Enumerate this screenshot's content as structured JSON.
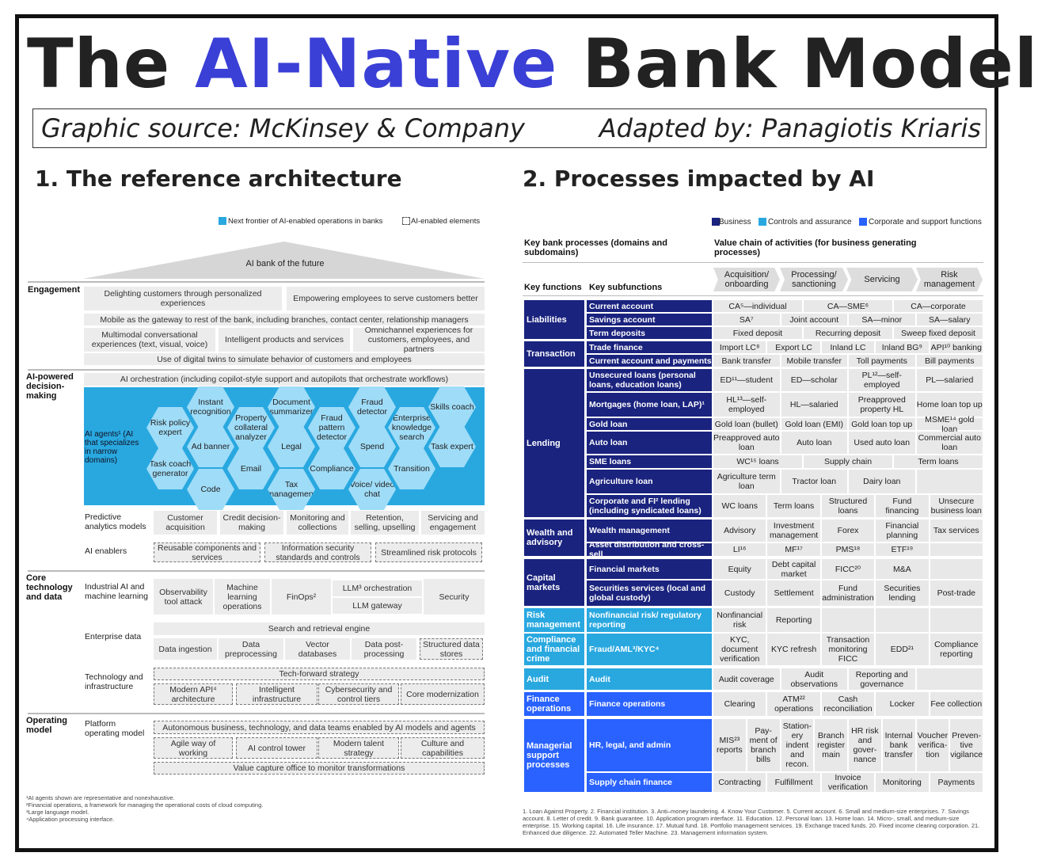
{
  "title": {
    "p1": "The ",
    "p2": "AI-Native",
    "p3": " Bank Model"
  },
  "source": {
    "left": "Graphic source: McKinsey & Company",
    "right": "Adapted by: Panagiotis Kriaris"
  },
  "s1": {
    "heading": "1. The reference architecture",
    "legend": {
      "a": "Next frontier of AI-enabled operations in banks",
      "b": "AI-enabled elements"
    },
    "roof": "AI bank of the future",
    "engagement": {
      "label": "Engagement",
      "items": [
        "Delighting customers through personalized experiences",
        "Empowering employees to serve customers better",
        "Mobile as the gateway to rest of the bank, including branches, contact center, relationship managers",
        "Multimodal conversational experiences (text, visual, voice)",
        "Intelligent products and services",
        "Omnichannel experiences for customers, employees, and partners",
        "Use of digital twins to simulate behavior of customers and employees"
      ]
    },
    "decision": {
      "label": "AI-powered decision-making",
      "orch": "AI orchestration (including copilot-style support and autopilots that orchestrate workflows)",
      "agents": "AI agents¹ (AI that specializes in narrow domains)",
      "hexes": [
        "Instant recognition",
        "Document summarizer",
        "Fraud detector",
        "Skills coach",
        "Risk policy expert",
        "Property collateral analyzer",
        "Fraud pattern detector",
        "Enterprise knowledge search",
        "Ad banner",
        "Legal",
        "Spend",
        "Task expert",
        "Task coach generator",
        "Email",
        "Compliance",
        "Transition",
        "Code",
        "Tax management",
        "Voice/ video chat"
      ],
      "pred_label": "Predictive analytics models",
      "pred": [
        "Customer acquisition",
        "Credit decision-making",
        "Monitoring and collections",
        "Retention, selling, upselling",
        "Servicing and engagement"
      ],
      "en_label": "AI enablers",
      "en": [
        "Reusable components and services",
        "Information security standards and controls",
        "Streamlined risk protocols"
      ]
    },
    "core": {
      "label": "Core technology and data",
      "ind_label": "Industrial AI and machine learning",
      "ind": [
        "Observability tool attack",
        "Machine learning operations",
        "FinOps²",
        "LLM³ orchestration",
        "LLM gateway",
        "Security"
      ],
      "ent_label": "Enterprise data",
      "ent": [
        "Search and retrieval engine",
        "Data ingestion",
        "Data preprocessing",
        "Vector databases",
        "Data post-processing",
        "Structured data stores"
      ],
      "tech_label": "Technology and infrastructure",
      "tech": [
        "Tech-forward strategy",
        "Modern API⁴ architecture",
        "Intelligent infrastructure",
        "Cybersecurity and control tiers",
        "Core modernization"
      ]
    },
    "op": {
      "label": "Operating model",
      "plat_label": "Platform operating model",
      "items": [
        "Autonomous business, technology, and data teams enabled by AI models and agents",
        "Agile way of working",
        "AI control tower",
        "Modern talent strategy",
        "Culture and capabilities",
        "Value capture office to monitor transformations"
      ]
    },
    "foot": [
      "¹AI agents shown are representative and nonexhaustive.",
      "²Financial operations, a framework for managing the operational costs of cloud computing.",
      "³Large language model.",
      "⁴Application processing interface."
    ]
  },
  "s2": {
    "heading": "2. Processes impacted by AI",
    "legend": [
      "Business",
      "Controls and assurance",
      "Corporate and support functions"
    ],
    "colors": {
      "business": "#1a237e",
      "controls": "#29a8e0",
      "corporate": "#2962ff"
    },
    "h_left": "Key bank processes (domains and subdomains)",
    "h_right": "Value chain of activities (for business generating processes)",
    "kf": "Key functions",
    "ks": "Key subfunctions",
    "stages": [
      "Acquisition/ onboarding",
      "Processing/ sanctioning",
      "Servicing",
      "Risk management"
    ],
    "foot": "1. Loan Against Property. 2. Financial institution. 3. Anti–money laundering. 4. Know Your Customer. 5. Current account. 6. Small and medium-size enterprises. 7. Savings account. 8. Letter of credit. 9. Bank guarantee. 10. Application program interface. 11. Education. 12. Personal loan. 13. Home loan. 14. Micro-, small, and medium-size enterprise. 15. Working capital. 16. Life insurance. 17. Mutual fund. 18. Portfolio management services. 19. Exchange traced funds. 20. Fixed income clearing corporation. 21. Enhanced due diligence. 22. Automated Teller Machine. 23. Management information system.",
    "functions": [
      {
        "name": "Liabilities",
        "type": "business",
        "rows": [
          {
            "sub": "Current account",
            "cells": [
              "CA⁵—individual",
              "CA—SME⁶",
              "CA—corporate"
            ]
          },
          {
            "sub": "Savings account",
            "cells": [
              "SA⁷",
              "Joint account",
              "SA—minor",
              "SA—salary"
            ]
          },
          {
            "sub": "Term deposits",
            "cells": [
              "Fixed deposit",
              "Recurring deposit",
              "Sweep fixed deposit"
            ]
          }
        ]
      },
      {
        "name": "Transaction",
        "type": "business",
        "rows": [
          {
            "sub": "Trade finance",
            "cells": [
              "Import LC⁸",
              "Export LC",
              "Inland LC",
              "Inland BG⁹",
              "API¹⁰ banking"
            ]
          },
          {
            "sub": "Current account and payments",
            "cells": [
              "Bank transfer",
              "Mobile transfer",
              "Toll payments",
              "Bill payments"
            ]
          }
        ]
      },
      {
        "name": "Lending",
        "type": "business",
        "rows": [
          {
            "sub": "Unsecured loans (personal loans, education loans)",
            "cells": [
              "ED¹¹—student",
              "ED—scholar",
              "PL¹²—self-employed",
              "PL—salaried"
            ]
          },
          {
            "sub": "Mortgages (home loan, LAP)¹",
            "cells": [
              "HL¹³—self-employed",
              "HL—salaried",
              "Preapproved property HL",
              "Home loan top up"
            ]
          },
          {
            "sub": "Gold loan",
            "cells": [
              "Gold loan (bullet)",
              "Gold loan (EMI)",
              "Gold loan top up",
              "MSME¹⁴ gold loan"
            ]
          },
          {
            "sub": "Auto loan",
            "cells": [
              "Preapproved auto loan",
              "Auto loan",
              "Used auto loan",
              "Commercial auto loan"
            ]
          },
          {
            "sub": "SME loans",
            "cells": [
              "WC¹⁵ loans",
              "Supply chain",
              "Term loans"
            ]
          },
          {
            "sub": "Agriculture loan",
            "cells": [
              "Agriculture term loan",
              "Tractor loan",
              "Dairy loan",
              ""
            ]
          },
          {
            "sub": "Corporate and FI² lending (including syndicated loans)",
            "cells": [
              "WC loans",
              "Term loans",
              "Structured loans",
              "Fund financing",
              "Unsecure business loan"
            ]
          }
        ]
      },
      {
        "name": "Wealth and advisory",
        "type": "business",
        "rows": [
          {
            "sub": "Wealth management",
            "cells": [
              "Advisory",
              "Investment management",
              "Forex",
              "Financial planning",
              "Tax services"
            ]
          },
          {
            "sub": "Asset distribution and cross-sell",
            "cells": [
              "LI¹⁶",
              "MF¹⁷",
              "PMS¹⁸",
              "ETF¹⁹",
              ""
            ]
          }
        ]
      },
      {
        "name": "Capital markets",
        "type": "business",
        "rows": [
          {
            "sub": "Financial markets",
            "cells": [
              "Equity",
              "Debt capital market",
              "FICC²⁰",
              "M&A",
              ""
            ]
          },
          {
            "sub": "Securities services (local and global custody)",
            "cells": [
              "Custody",
              "Settlement",
              "Fund administration",
              "Securities lending",
              "Post-trade"
            ]
          }
        ]
      },
      {
        "name": "Risk management",
        "type": "controls",
        "rows": [
          {
            "sub": "Nonfinancial risk/ regulatory reporting",
            "cells": [
              "Nonfinancial risk",
              "Reporting",
              "",
              "",
              ""
            ]
          }
        ]
      },
      {
        "name": "Compliance and financial crime",
        "type": "controls",
        "rows": [
          {
            "sub": "Fraud/AML³/KYC⁴",
            "cells": [
              "KYC, document verification",
              "KYC refresh",
              "Transaction monitoring FICC",
              "EDD²¹",
              "Compliance reporting"
            ]
          }
        ]
      },
      {
        "name": "Audit",
        "type": "controls",
        "rows": [
          {
            "sub": "Audit",
            "cells": [
              "Audit coverage",
              "Audit observations",
              "Reporting and governance",
              ""
            ]
          }
        ]
      },
      {
        "name": "Finance operations",
        "type": "corporate",
        "rows": [
          {
            "sub": "Finance operations",
            "cells": [
              "Clearing",
              "ATM²² operations",
              "Cash reconciliation",
              "Locker",
              "Fee collection"
            ]
          }
        ]
      },
      {
        "name": "Managerial support processes",
        "type": "corporate",
        "rows": [
          {
            "sub": "HR, legal, and admin",
            "cells": [
              "MIS²³ reports",
              "Pay-ment of branch bills",
              "Station-ery indent and recon.",
              "Branch register main",
              "HR risk and gover-nance",
              "Internal bank transfer",
              "Voucher verifica-tion",
              "Preven-tive vigilance"
            ]
          },
          {
            "sub": "Supply chain finance",
            "cells": [
              "Contracting",
              "Fulfillment",
              "Invoice verification",
              "Monitoring",
              "Payments"
            ]
          }
        ]
      }
    ]
  }
}
